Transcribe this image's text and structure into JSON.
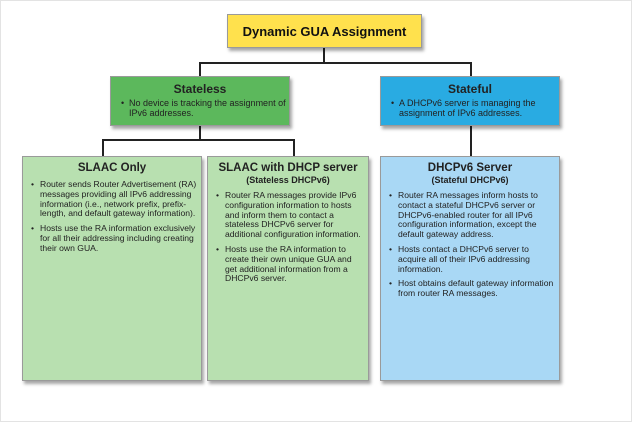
{
  "colors": {
    "root_fill": "#ffe14d",
    "stateless_fill": "#5cb85c",
    "stateful_fill": "#29abe2",
    "leaf_green": "#b8e0b0",
    "leaf_blue": "#a9d8f5"
  },
  "root": {
    "title": "Dynamic GUA Assignment"
  },
  "stateless": {
    "title": "Stateless",
    "bullets": [
      "No device is tracking the assignment of IPv6 addresses."
    ]
  },
  "stateful": {
    "title": "Stateful",
    "bullets": [
      "A DHCPv6 server is managing the assignment of IPv6 addresses."
    ]
  },
  "slaac_only": {
    "title": "SLAAC Only",
    "bullets": [
      "Router sends Router Advertisement (RA) messages providing all IPv6 addressing information (i.e., network prefix, prefix-length, and default gateway information).",
      "Hosts use the RA information exclusively for all their addressing including creating their own GUA."
    ]
  },
  "slaac_dhcp": {
    "title": "SLAAC with DHCP server",
    "subtitle": "(Stateless DHCPv6)",
    "bullets": [
      "Router RA messages provide IPv6 configuration information to hosts and inform them to contact a stateless DHCPv6 server for additional configuration information.",
      "Hosts use the RA information to create their own unique GUA and get additional information from a DHCPv6 server."
    ]
  },
  "dhcpv6_server": {
    "title": "DHCPv6 Server",
    "subtitle": "(Stateful DHCPv6)",
    "bullets": [
      "Router RA messages inform hosts to contact a stateful DHCPv6 server or DHCPv6-enabled router for all IPv6 configuration information, except the default gateway address.",
      "Hosts contact a DHCPv6 server to acquire all of their IPv6 addressing information.",
      "Host obtains default gateway information from router RA messages."
    ]
  }
}
